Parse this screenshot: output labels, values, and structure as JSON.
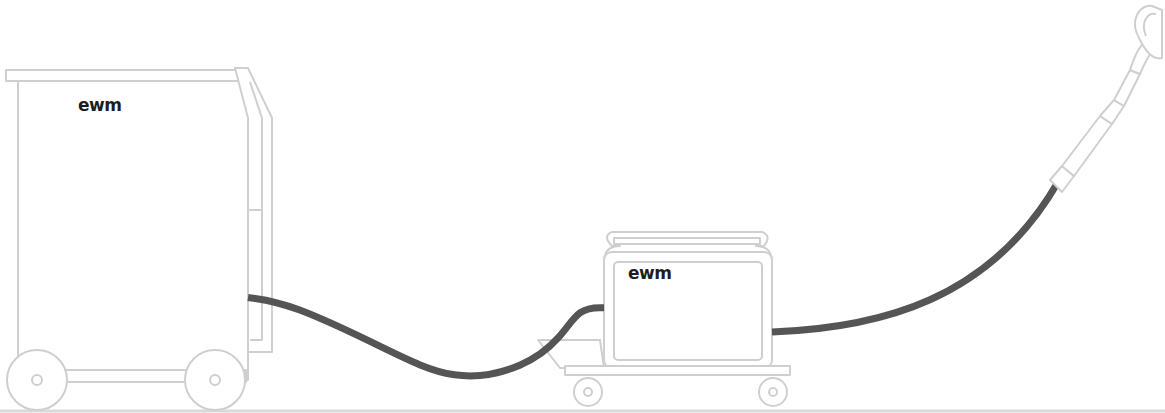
{
  "diagram": {
    "nodes": [
      {
        "text": [
          "ewm"
        ]
      },
      {
        "text": [
          "ewm"
        ]
      }
    ],
    "edges": [
      {
        "from": 0,
        "to": 1,
        "arrow": "none"
      }
    ]
  }
}
